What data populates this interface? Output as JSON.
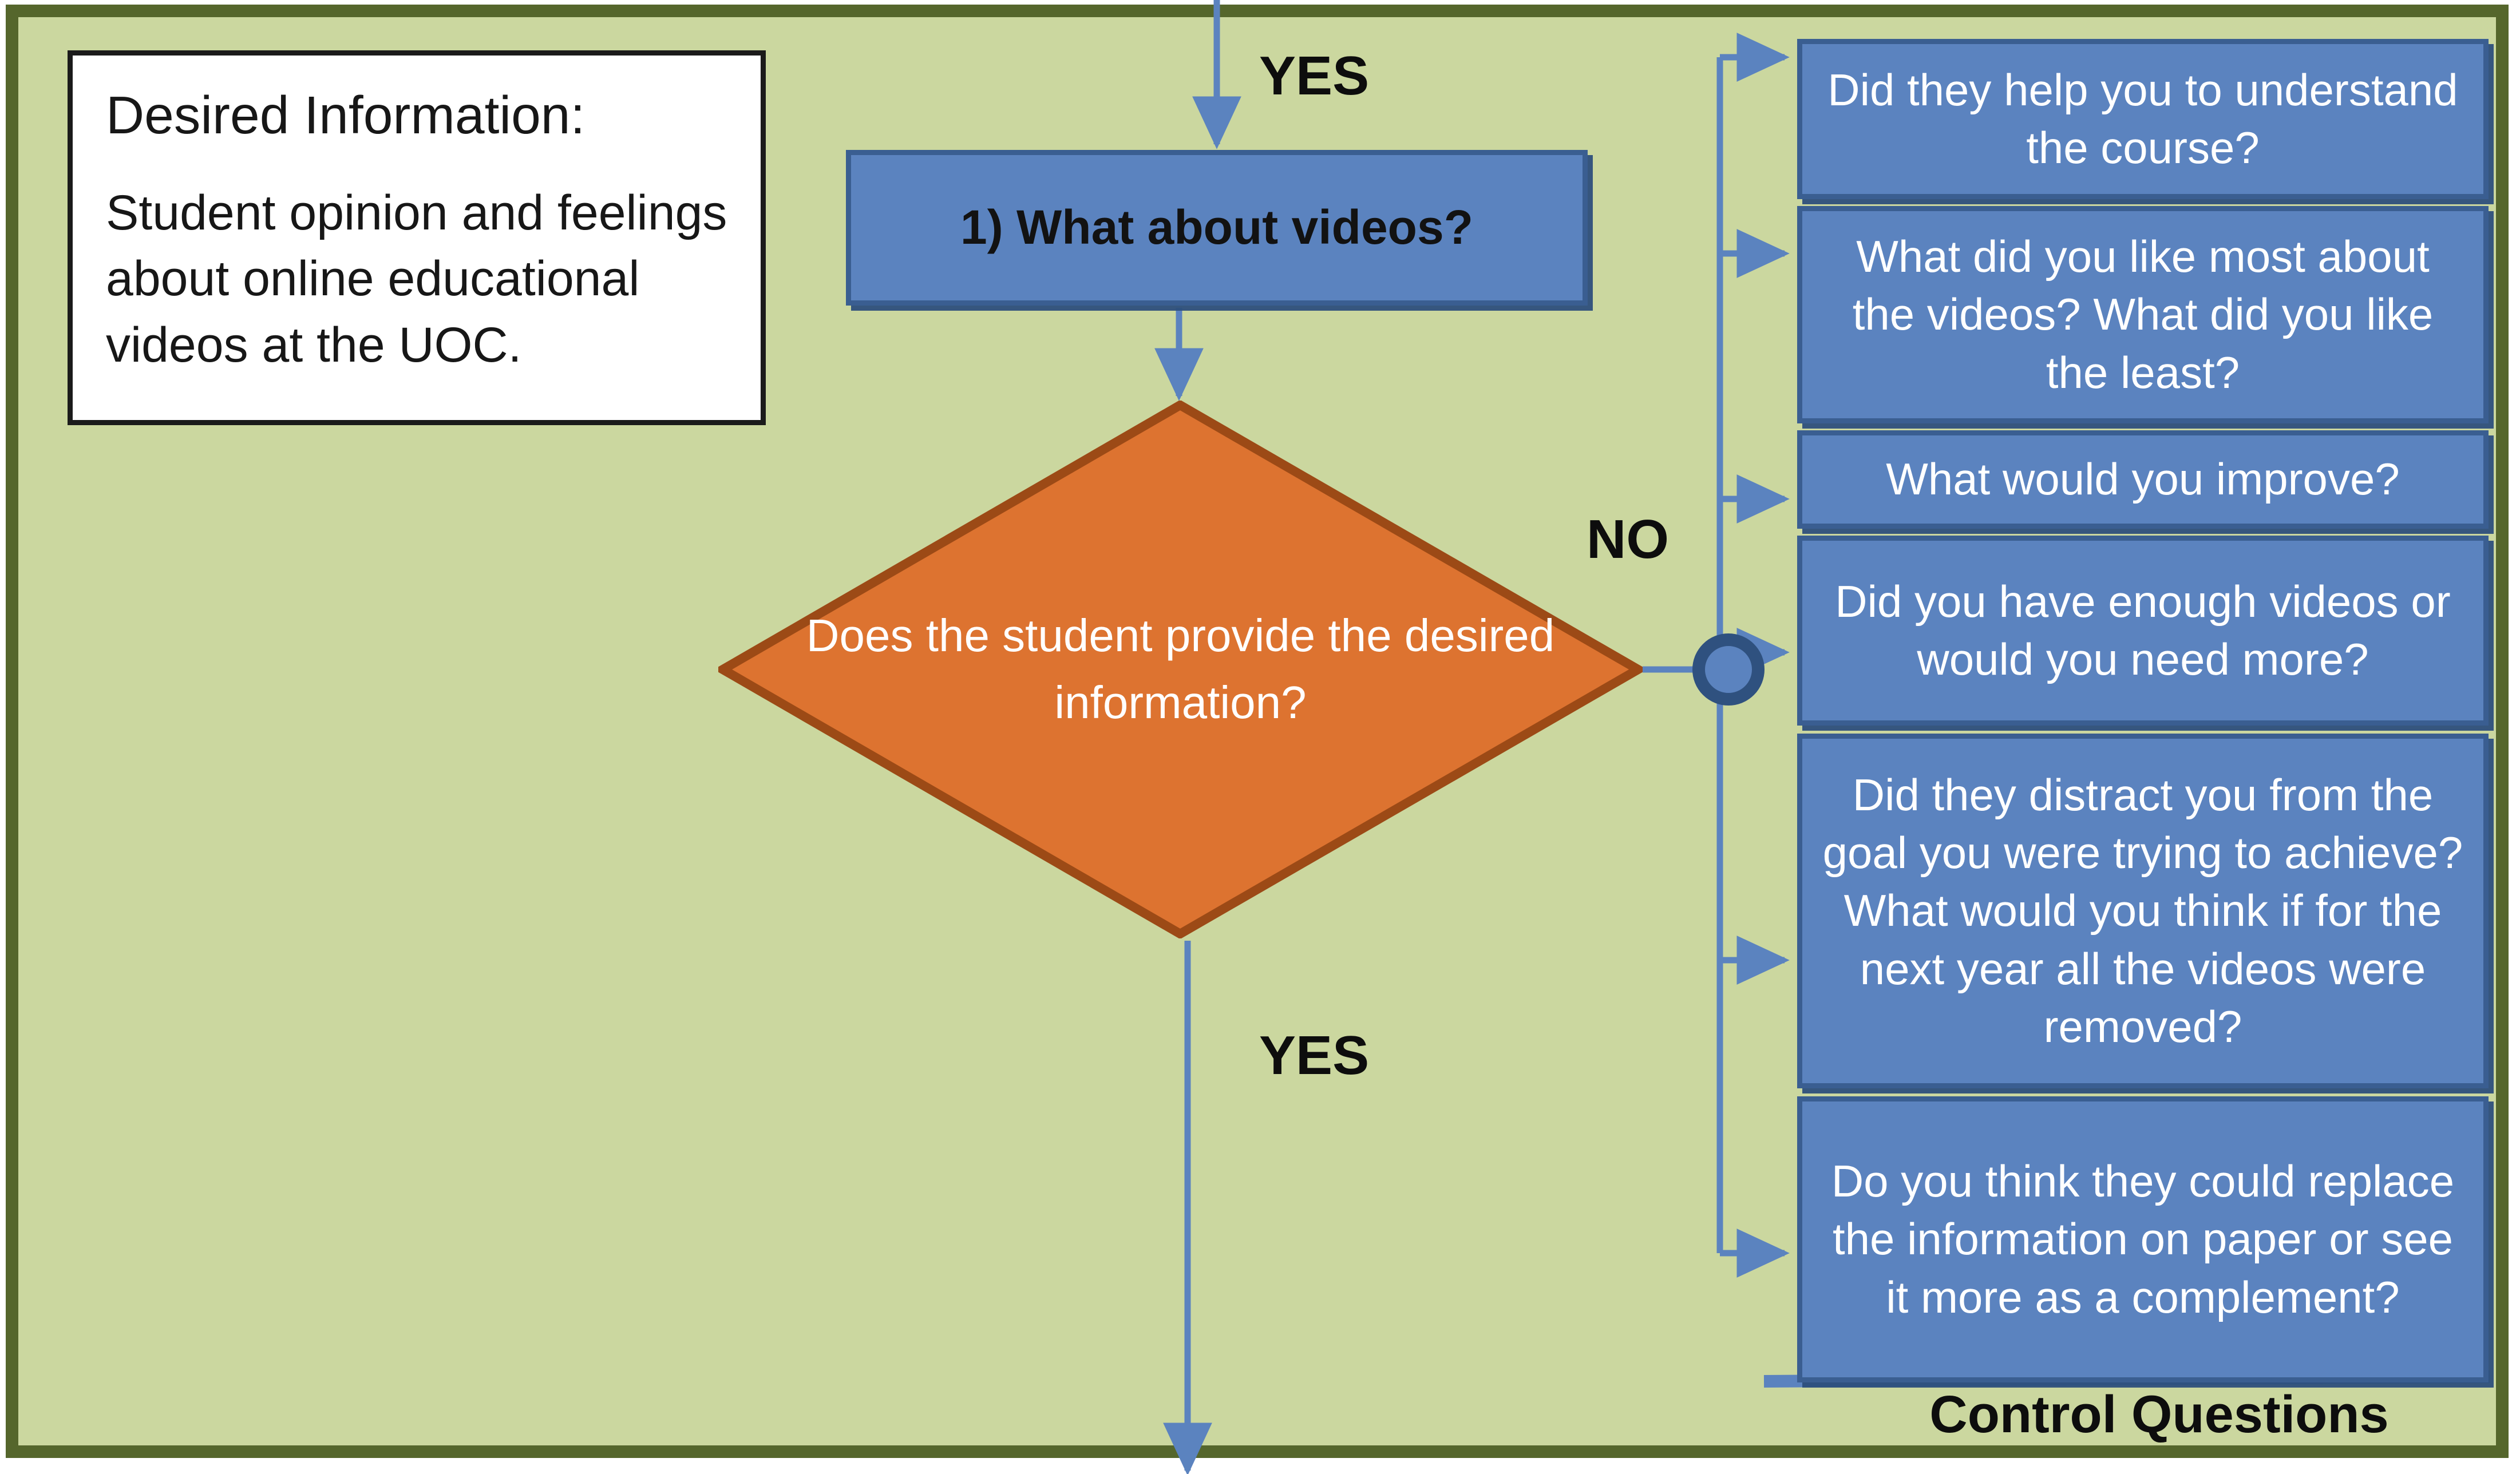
{
  "frame": {
    "background_color": "#cbd79f",
    "border_color": "#55662c"
  },
  "note": {
    "title": "Desired Information:",
    "body": "Student opinion and feelings about online educational videos at the UOC."
  },
  "process": {
    "label": "1) What about videos?"
  },
  "decision": {
    "label": "Does the student provide the desired information?",
    "fill_color": "#dd7330",
    "border_color": "#9c4a16"
  },
  "labels": {
    "yes_top": "YES",
    "no": "NO",
    "yes_bottom": "YES",
    "control_questions": "Control Questions"
  },
  "questions": [
    {
      "text": "Did they help you to understand the course?"
    },
    {
      "text": "What did you like most about the videos? What did you like the least?"
    },
    {
      "text": "What would you improve?"
    },
    {
      "text": "Did you have enough videos or would you need more?"
    },
    {
      "text": "Did they distract you from the goal you were trying to achieve? What would you think if for the next year all the videos were removed?"
    },
    {
      "text": "Do you think they could replace the information on paper or see it more as a complement?"
    }
  ],
  "colors": {
    "box_fill": "#5b83bf",
    "box_border": "#3a5e91",
    "connector": "#5b83bf",
    "hub_ring": "#2f517f"
  }
}
